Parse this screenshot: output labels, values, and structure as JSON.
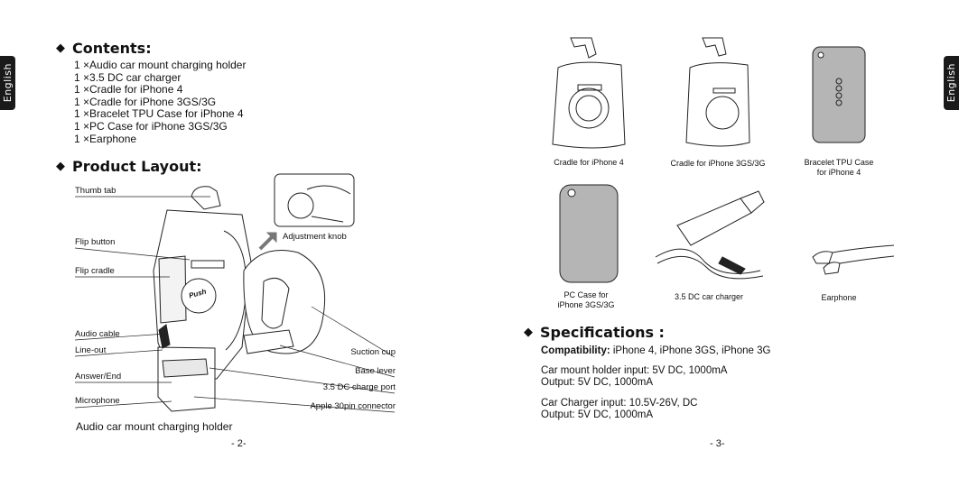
{
  "side_tabs": {
    "left": "English",
    "right": "English"
  },
  "left_page": {
    "contents_heading": "Contents:",
    "contents": [
      "1 ×Audio car mount charging holder",
      "1 ×3.5 DC car charger",
      "1 ×Cradle for iPhone 4",
      "1 ×Cradle for iPhone 3GS/3G",
      "1 ×Bracelet TPU Case for iPhone 4",
      "1 ×PC Case for iPhone 3GS/3G",
      "1 ×Earphone"
    ],
    "layout_heading": "Product Layout:",
    "callouts_left": {
      "thumb_tab": "Thumb tab",
      "flip_button": "Flip button",
      "flip_cradle": "Flip cradle",
      "audio_cable": "Audio cable",
      "line_out": "Line-out",
      "answer_end": "Answer/End",
      "microphone": "Microphone"
    },
    "callouts_right": {
      "adjustment_knob": "Adjustment knob",
      "suction_cup": "Suction cup",
      "base_lever": "Base lever",
      "charge_port": "3.5 DC charge port",
      "connector": "Apple 30pin connector"
    },
    "push_label": "Push",
    "figure_caption": "Audio car mount charging holder",
    "page_number": "- 2-"
  },
  "right_page": {
    "items": {
      "cradle_iphone4": "Cradle for iPhone 4",
      "cradle_3gs": "Cradle for iPhone 3GS/3G",
      "bracelet_case_line1": "Bracelet TPU Case",
      "bracelet_case_line2": "for iPhone 4",
      "pc_case_line1": "PC Case for",
      "pc_case_line2": "iPhone 3GS/3G",
      "car_charger": "3.5 DC car charger",
      "earphone": "Earphone"
    },
    "specs_heading": "Specifications :",
    "compatibility_label": "Compatibility:",
    "compatibility_value": "iPhone 4, iPhone 3GS, iPhone 3G",
    "holder_input": "Car mount holder input: 5V DC, 1000mA",
    "holder_output": "Output: 5V DC, 1000mA",
    "charger_input": "Car Charger input: 10.5V-26V, DC",
    "charger_output": "Output: 5V DC, 1000mA",
    "page_number": "- 3-"
  },
  "colors": {
    "tab_bg": "#1a1a1a",
    "case_fill": "#b5b5b5",
    "line": "#222222"
  }
}
